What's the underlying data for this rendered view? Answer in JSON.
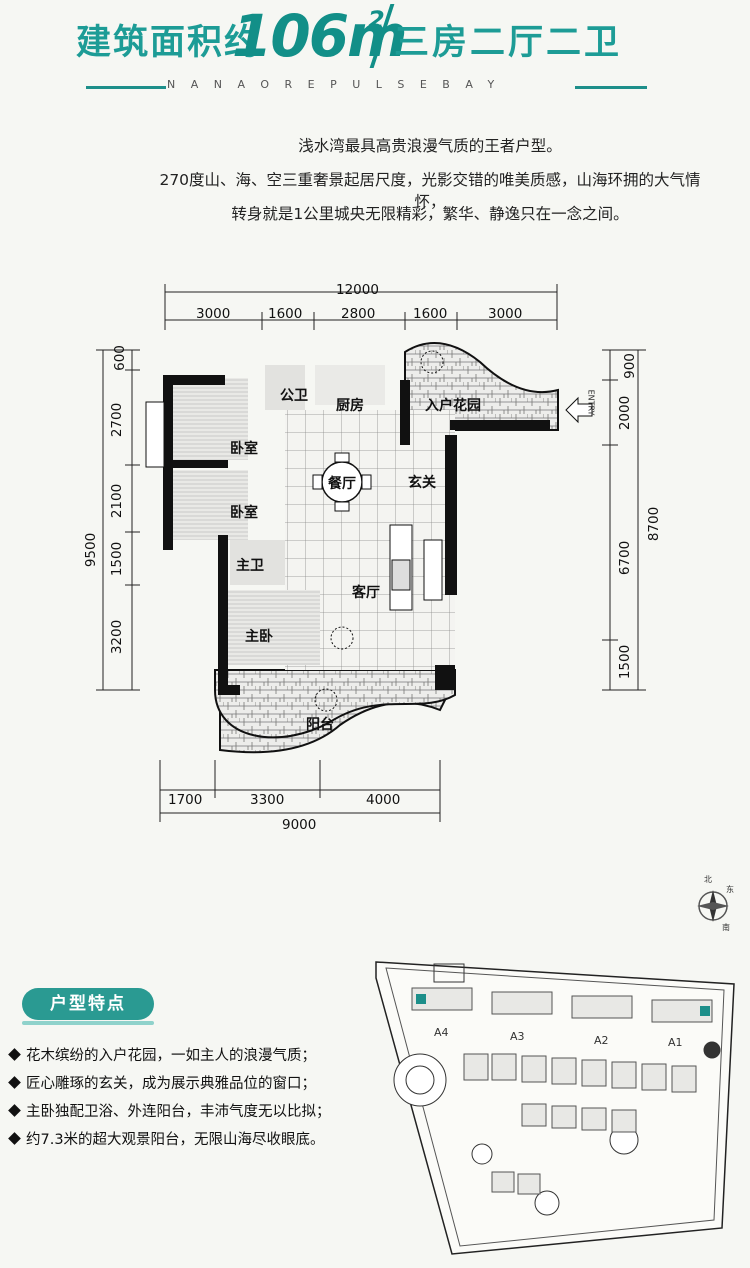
{
  "header": {
    "title_pre": "建筑面积约",
    "area_number": "106m",
    "area_sup": "2",
    "title_post": "三房二厅二卫",
    "subtitle": "NANAOREPULSEBAY"
  },
  "intro": [
    "浅水湾最具高贵浪漫气质的王者户型。",
    "270度山、海、空三重奢景起居尺度，光影交错的唯美质感，山海环拥的大气情怀，",
    "转身就是1公里城央无限精彩，繁华、静逸只在一念之间。"
  ],
  "floorplan": {
    "top_total": "12000",
    "top_dims": [
      "3000",
      "1600",
      "2800",
      "1600",
      "3000"
    ],
    "left_total": "9500",
    "left_dims": [
      "600",
      "2700",
      "2100",
      "1500",
      "3200"
    ],
    "right_total": "8700",
    "right_dims": [
      "900",
      "2000",
      "6700",
      "1500"
    ],
    "bottom_total": "9000",
    "bottom_dims": [
      "1700",
      "3300",
      "4000"
    ],
    "rooms": {
      "gongwei": "公卫",
      "kitchen": "厨房",
      "entry_garden": "入户花园",
      "bedroom1": "卧室",
      "bedroom2": "卧室",
      "dining": "餐厅",
      "foyer": "玄关",
      "master_bath": "主卫",
      "living": "客厅",
      "master_bedroom": "主卧",
      "balcony": "阳台"
    },
    "entry_label": "ENTRY"
  },
  "compass": {
    "north": "北",
    "east": "东",
    "south": "南"
  },
  "features": {
    "badge": "户型特点",
    "items": [
      "花木缤纷的入户花园，一如主人的浪漫气质；",
      "匠心雕琢的玄关，成为展示典雅品位的窗口；",
      "主卧独配卫浴、外连阳台，丰沛气度无以比拟；",
      "约7.3米的超大观景阳台，无限山海尽收眼底。"
    ]
  },
  "siteplan": {
    "labels": [
      "A4",
      "A3",
      "A2",
      "A1"
    ]
  },
  "colors": {
    "accent": "#1d9c96",
    "wall": "#1a1a1a",
    "tile_line": "#8a8a8a"
  }
}
